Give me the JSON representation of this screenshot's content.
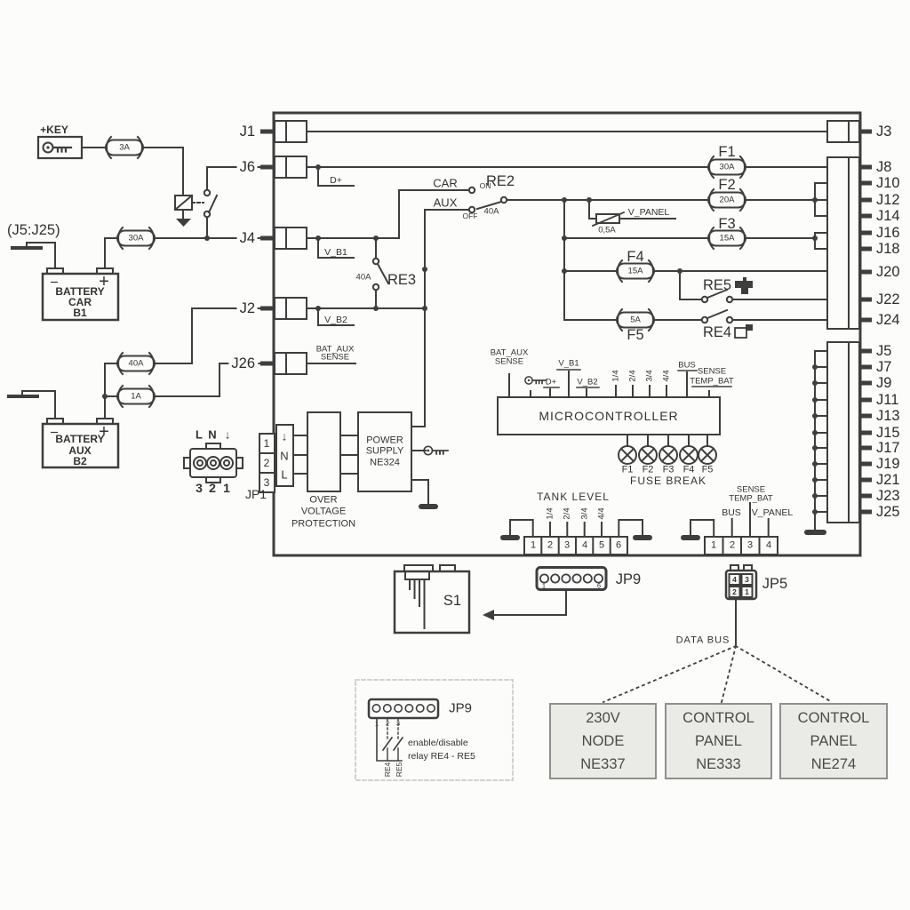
{
  "colors": {
    "ink": "#3e3e3e",
    "bg": "#fcfcfb",
    "node_fill": "#eaeae7",
    "node_border": "#8f8f8c"
  },
  "left_ports": [
    "J1",
    "J6",
    "J4",
    "J2",
    "J26"
  ],
  "right_ports_top": [
    "J3",
    "J8",
    "J10",
    "J12",
    "J14",
    "J16",
    "J18",
    "J20",
    "J22",
    "J24"
  ],
  "right_ports_bottom": [
    "J5",
    "J7",
    "J9",
    "J11",
    "J13",
    "J15",
    "J17",
    "J19",
    "J21",
    "J23",
    "J25"
  ],
  "key_circuit": {
    "label": "+KEY",
    "fuse": "3A"
  },
  "ground_ref": "(J5:J25)",
  "battery_car": {
    "l1": "BATTERY",
    "l2": "CAR",
    "l3": "B1",
    "minus": "−",
    "plus": "+",
    "fuse": "30A"
  },
  "battery_aux": {
    "l1": "BATTERY",
    "l2": "AUX",
    "l3": "B2",
    "minus": "−",
    "plus": "+",
    "fuse_main": "40A",
    "fuse_sense": "1A"
  },
  "jp1": {
    "label": "JP1",
    "top": [
      "L",
      "N",
      "↓"
    ],
    "bottom": [
      "3",
      "2",
      "1"
    ],
    "border_pins": [
      "1",
      "2",
      "3"
    ]
  },
  "signals": {
    "dplus": "D+",
    "vb1": "V_B1",
    "vb2": "V_B2",
    "bataux1": "BAT_AUX",
    "bataux2": "SENSE",
    "vpanel": "V_PANEL",
    "vpanel_fuse": "0,5A"
  },
  "re2": {
    "name": "RE2",
    "rating": "40A",
    "car": "CAR",
    "aux": "AUX",
    "on": "ON",
    "off": "OFF"
  },
  "re3": {
    "name": "RE3",
    "rating": "40A"
  },
  "re4": {
    "name": "RE4"
  },
  "re5": {
    "name": "RE5"
  },
  "fuses": [
    {
      "name": "F1",
      "rating": "30A"
    },
    {
      "name": "F2",
      "rating": "20A"
    },
    {
      "name": "F3",
      "rating": "15A"
    },
    {
      "name": "F4",
      "rating": "15A"
    },
    {
      "name": "F5",
      "rating": "5A"
    }
  ],
  "psu": {
    "l1": "POWER",
    "l2": "SUPPLY",
    "l3": "NE324"
  },
  "ovp": {
    "l1": "OVER",
    "l2": "VOLTAGE",
    "l3": "PROTECTION"
  },
  "ac_terminals": [
    "↓",
    "N",
    "L"
  ],
  "mcu": {
    "title": "MICROCONTROLLER",
    "bataux1": "BAT_AUX",
    "bataux2": "SENSE",
    "dplus": "D+",
    "vb1": "V_B1",
    "vb2": "V_B2",
    "levels": [
      "1/4",
      "2/4",
      "3/4",
      "4/4"
    ],
    "bus": "BUS",
    "sense1": "SENSE",
    "sense2": "TEMP_BAT",
    "lamps": [
      "F1",
      "F2",
      "F3",
      "F4",
      "F5"
    ],
    "fuse_break": "FUSE BREAK"
  },
  "tank": {
    "title": "TANK LEVEL",
    "pins": [
      "1",
      "2",
      "3",
      "4",
      "5",
      "6"
    ],
    "levels": [
      "1/4",
      "2/4",
      "3/4",
      "4/4"
    ]
  },
  "bus_conn": {
    "pins": [
      "1",
      "2",
      "3",
      "4"
    ],
    "bus": "BUS",
    "sense1": "SENSE",
    "sense2": "TEMP_BAT",
    "vpanel": "V_PANEL"
  },
  "jp9": {
    "label": "JP9",
    "pin_first": "1",
    "pin_last": "6"
  },
  "s1_label": "S1",
  "jp5": {
    "label": "JP5",
    "pins": [
      "4",
      "3",
      "2",
      "1"
    ]
  },
  "data_bus": "DATA BUS",
  "nodes": [
    {
      "l1": "230V",
      "l2": "NODE",
      "l3": "NE337"
    },
    {
      "l1": "CONTROL",
      "l2": "PANEL",
      "l3": "NE333"
    },
    {
      "l1": "CONTROL",
      "l2": "PANEL",
      "l3": "NE274"
    }
  ],
  "inset": {
    "jp9": "JP9",
    "pins": [
      "1",
      "2",
      "3"
    ],
    "re4": "RE4",
    "re5": "RE5",
    "note1": "enable/disable",
    "note2": "relay  RE4 - RE5"
  }
}
